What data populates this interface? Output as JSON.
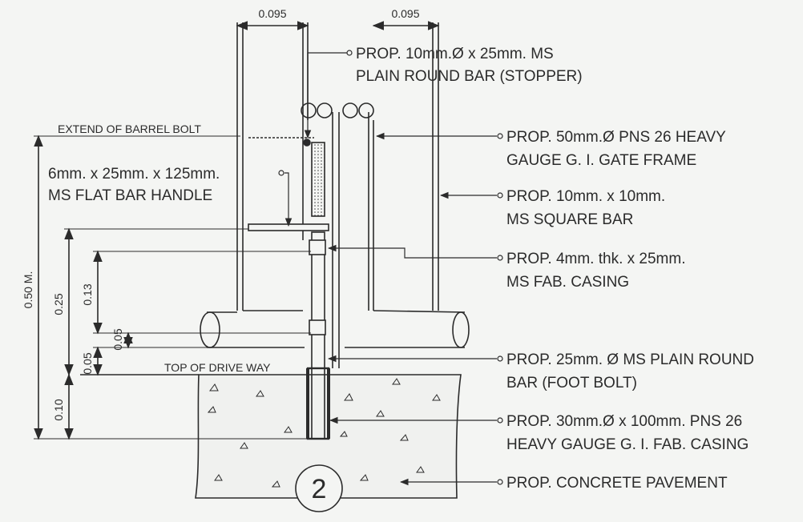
{
  "dimensions": {
    "top_left": "0.095",
    "top_right": "0.095",
    "overall_height": "0.50 M.",
    "handle_height": "0.25",
    "casing_height": "0.13",
    "gap_upper": "0.05",
    "gap_lower": "0.05",
    "embed_depth": "0.10"
  },
  "labels": {
    "extend_barrel_bolt": "EXTEND OF BARREL BOLT",
    "top_of_driveway": "TOP OF DRIVE WAY",
    "handle": {
      "line1": "6mm. x 25mm. x 125mm.",
      "line2": "MS FLAT BAR HANDLE"
    }
  },
  "callouts": [
    {
      "line1": "PROP. 10mm.Ø x 25mm. MS",
      "line2": "PLAIN ROUND BAR (STOPPER)"
    },
    {
      "line1": "PROP. 50mm.Ø PNS 26 HEAVY",
      "line2": "GAUGE G. I. GATE FRAME"
    },
    {
      "line1": "PROP. 10mm. x 10mm.",
      "line2": "MS SQUARE BAR"
    },
    {
      "line1": "PROP. 4mm. thk. x 25mm.",
      "line2": "MS FAB. CASING"
    },
    {
      "line1": "PROP. 25mm. Ø MS PLAIN ROUND",
      "line2": "BAR (FOOT BOLT)"
    },
    {
      "line1": "PROP. 30mm.Ø x 100mm. PNS 26",
      "line2": "HEAVY GAUGE G. I. FAB. CASING"
    },
    {
      "line1": "PROP. CONCRETE PAVEMENT",
      "line2": ""
    }
  ],
  "detail_number": "2",
  "colors": {
    "line": "#2b2b2b",
    "paper": "#f4f5f3",
    "hatch": "#5a5a5a"
  }
}
